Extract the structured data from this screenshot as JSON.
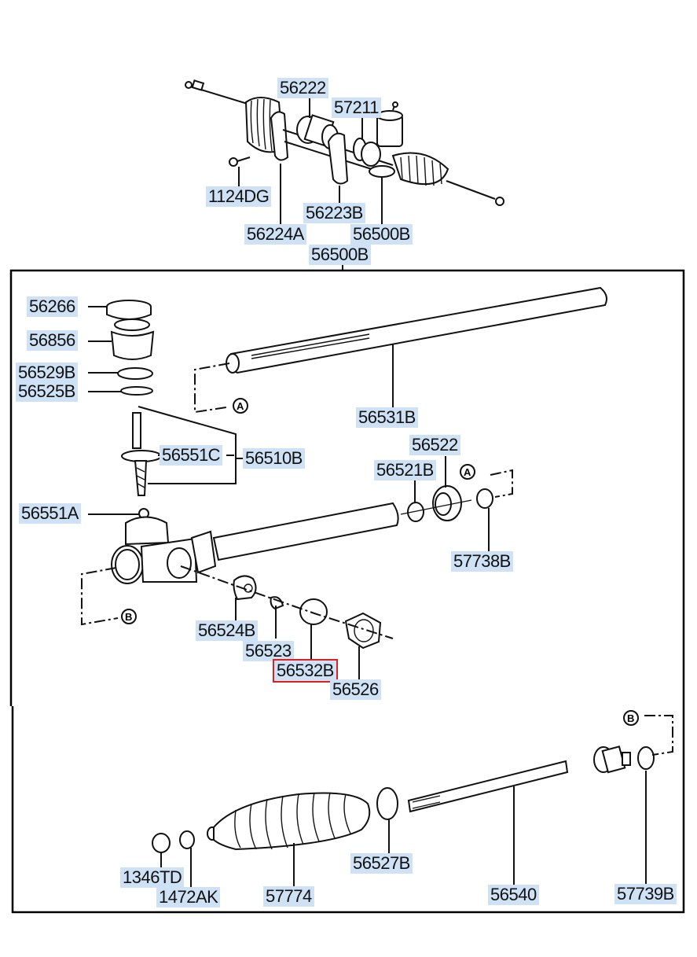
{
  "diagram": {
    "title": "Steering gear box exploded view",
    "selected_part": "56532B",
    "highlight_color": "#cfe2f5",
    "selection_color": "#e02020",
    "reference_markers": [
      "A",
      "B"
    ],
    "top_assembly_labels": {
      "l56222": "56222",
      "l57211": "57211",
      "l1124DG": "1124DG",
      "l56223B": "56223B",
      "l56224A": "56224A",
      "l56500B_top": "56500B",
      "l56500B_frame": "56500B"
    },
    "gearbox_labels": {
      "l56266": "56266",
      "l56856": "56856",
      "l56529B": "56529B",
      "l56525B": "56525B",
      "l56551C": "56551C",
      "l56510B": "56510B",
      "l56551A": "56551A",
      "l56531B": "56531B",
      "l56522": "56522",
      "l56521B": "56521B",
      "l57738B": "57738B",
      "l56524B": "56524B",
      "l56523": "56523",
      "l56532B": "56532B",
      "l56526": "56526"
    },
    "tie_rod_labels": {
      "l1346TD": "1346TD",
      "l1472AK": "1472AK",
      "l57774": "57774",
      "l56527B": "56527B",
      "l56540": "56540",
      "l57739B": "57739B"
    }
  }
}
